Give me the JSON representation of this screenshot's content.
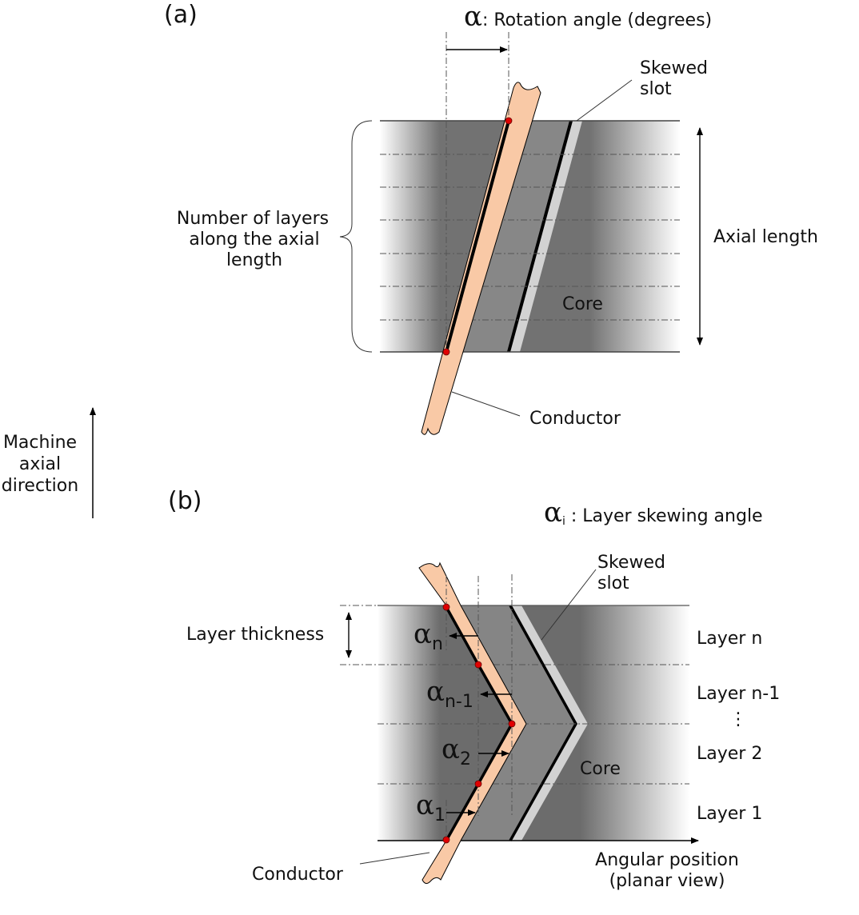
{
  "colors": {
    "conductor": "#f9c9a6",
    "core_dark": "#727272",
    "core_inner": "#868686",
    "slot": "#d0d0d0",
    "point": "#e00000"
  },
  "panel_a": {
    "tag": "(a)",
    "alpha_symbol": "α",
    "alpha_desc": ": Rotation angle (degrees)",
    "skewed_slot_line1": "Skewed",
    "skewed_slot_line2": "slot",
    "layers_line1": "Number of layers",
    "layers_line2": "along the axial",
    "layers_line3": "length",
    "axial_length": "Axial length",
    "core": "Core",
    "conductor": "Conductor"
  },
  "axis": {
    "line1": "Machine",
    "line2": "axial",
    "line3": "direction"
  },
  "panel_b": {
    "tag": "(b)",
    "alpha_symbol": "α",
    "alpha_sub": "i",
    "alpha_desc": " : Layer skewing angle",
    "skewed_slot_line1": "Skewed",
    "skewed_slot_line2": "slot",
    "layer_thickness": "Layer thickness",
    "layers": [
      "Layer n",
      "Layer n-1",
      "⋮",
      "Layer 2",
      "Layer 1"
    ],
    "angles": [
      {
        "symbol": "α",
        "sub": "n"
      },
      {
        "symbol": "α",
        "sub": "n-1"
      },
      {
        "symbol": "α",
        "sub": "2"
      },
      {
        "symbol": "α",
        "sub": "1"
      }
    ],
    "core": "Core",
    "conductor": "Conductor",
    "angular_line1": "Angular position",
    "angular_line2": "(planar view)"
  }
}
